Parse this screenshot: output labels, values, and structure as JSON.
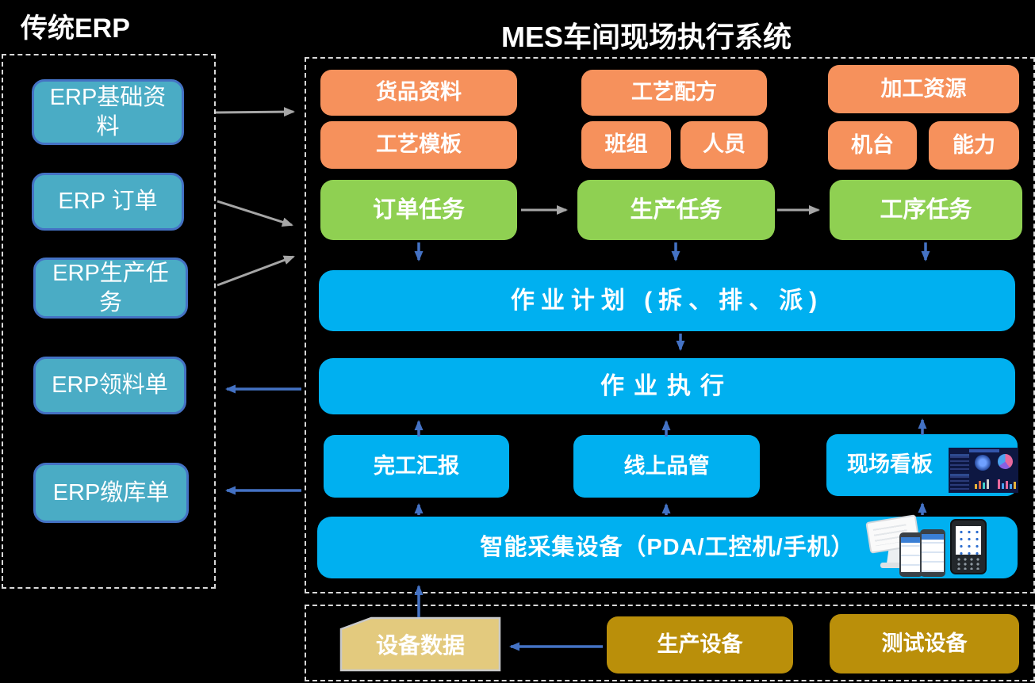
{
  "colors": {
    "background": "#000000",
    "teal_box": "#4AACC5",
    "teal_border": "#4472C4",
    "orange_box": "#F6915C",
    "green_box": "#8FD052",
    "blue_box": "#00B0F0",
    "gold_box": "#BA8F0A",
    "tan_box": "#E3CA7E",
    "arrow_gray": "#A6A6A6",
    "arrow_blue": "#4472C4",
    "dashed_border": "#D9D9D9"
  },
  "erp": {
    "title": "传统ERP",
    "items": [
      {
        "label": "ERP基础资料"
      },
      {
        "label": "ERP 订单"
      },
      {
        "label": "ERP生产任务"
      },
      {
        "label": "ERP领料单"
      },
      {
        "label": "ERP缴库单"
      }
    ]
  },
  "mes": {
    "title": "MES车间现场执行系统",
    "master_row1": [
      {
        "label": "货品资料"
      },
      {
        "label": "工艺配方"
      },
      {
        "label": "加工资源"
      }
    ],
    "master_row2": [
      {
        "label": "工艺模板"
      },
      {
        "label": "班组"
      },
      {
        "label": "人员"
      },
      {
        "label": "机台"
      },
      {
        "label": "能力"
      }
    ],
    "task_row": [
      {
        "label": "订单任务"
      },
      {
        "label": "生产任务"
      },
      {
        "label": "工序任务"
      }
    ],
    "plan_bar": {
      "label": "作业计划 (拆、排、派)"
    },
    "exec_bar": {
      "label": "作业执行"
    },
    "feedback_row": [
      {
        "label": "完工汇报"
      },
      {
        "label": "线上品管"
      },
      {
        "label": "现场看板"
      }
    ],
    "device_bar": {
      "label": "智能采集设备（PDA/工控机/手机）"
    }
  },
  "equipment": {
    "device_data": {
      "label": "设备数据"
    },
    "production": {
      "label": "生产设备"
    },
    "testing": {
      "label": "测试设备"
    }
  }
}
